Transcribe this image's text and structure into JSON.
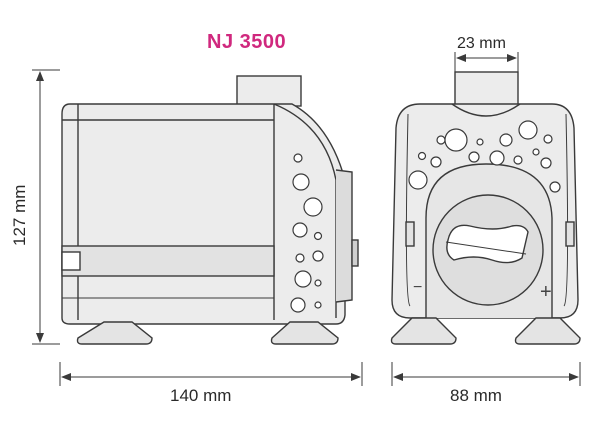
{
  "title": "NJ 3500",
  "dimensions": {
    "outlet_diameter": "23 mm",
    "height": "127 mm",
    "length": "140 mm",
    "width": "88 mm"
  },
  "symbols": {
    "minus": "−",
    "plus": "+"
  },
  "colors": {
    "title": "#d0287e",
    "line": "#3a3a3a",
    "shade": "#ececec"
  }
}
